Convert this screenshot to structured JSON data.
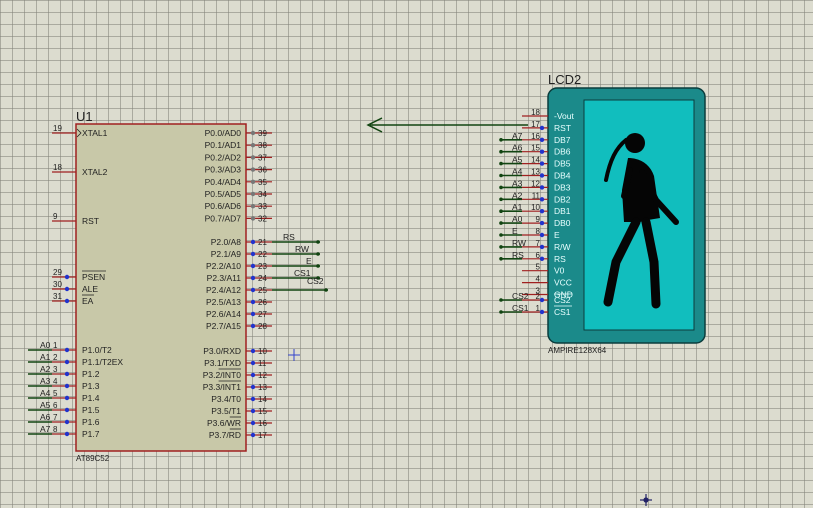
{
  "u1": {
    "ref": "U1",
    "part": "AT89C52",
    "left_pins": [
      {
        "num": "19",
        "name": "XTAL1",
        "net": ""
      },
      {
        "num": "18",
        "name": "XTAL2",
        "net": ""
      },
      {
        "num": "9",
        "name": "RST",
        "net": ""
      },
      {
        "num": "29",
        "name": "PSEN",
        "net": ""
      },
      {
        "num": "30",
        "name": "ALE",
        "net": ""
      },
      {
        "num": "31",
        "name": "EA",
        "net": ""
      },
      {
        "num": "1",
        "name": "P1.0/T2",
        "net": "A0"
      },
      {
        "num": "2",
        "name": "P1.1/T2EX",
        "net": "A1"
      },
      {
        "num": "3",
        "name": "P1.2",
        "net": "A2"
      },
      {
        "num": "4",
        "name": "P1.3",
        "net": "A3"
      },
      {
        "num": "5",
        "name": "P1.4",
        "net": "A4"
      },
      {
        "num": "6",
        "name": "P1.5",
        "net": "A5"
      },
      {
        "num": "7",
        "name": "P1.6",
        "net": "A6"
      },
      {
        "num": "8",
        "name": "P1.7",
        "net": "A7"
      }
    ],
    "right_pins": [
      {
        "num": "39",
        "name": "P0.0/AD0",
        "net": ""
      },
      {
        "num": "38",
        "name": "P0.1/AD1",
        "net": ""
      },
      {
        "num": "37",
        "name": "P0.2/AD2",
        "net": ""
      },
      {
        "num": "36",
        "name": "P0.3/AD3",
        "net": ""
      },
      {
        "num": "35",
        "name": "P0.4/AD4",
        "net": ""
      },
      {
        "num": "34",
        "name": "P0.5/AD5",
        "net": ""
      },
      {
        "num": "33",
        "name": "P0.6/AD6",
        "net": ""
      },
      {
        "num": "32",
        "name": "P0.7/AD7",
        "net": ""
      },
      {
        "num": "21",
        "name": "P2.0/A8",
        "net": "RS"
      },
      {
        "num": "22",
        "name": "P2.1/A9",
        "net": "RW"
      },
      {
        "num": "23",
        "name": "P2.2/A10",
        "net": "E"
      },
      {
        "num": "24",
        "name": "P2.3/A11",
        "net": "CS1"
      },
      {
        "num": "25",
        "name": "P2.4/A12",
        "net": "CS2"
      },
      {
        "num": "26",
        "name": "P2.5/A13",
        "net": ""
      },
      {
        "num": "27",
        "name": "P2.6/A14",
        "net": ""
      },
      {
        "num": "28",
        "name": "P2.7/A15",
        "net": ""
      },
      {
        "num": "10",
        "name": "P3.0/RXD",
        "net": ""
      },
      {
        "num": "11",
        "name": "P3.1/TXD",
        "net": ""
      },
      {
        "num": "12",
        "name": "P3.2/INT0",
        "net": ""
      },
      {
        "num": "13",
        "name": "P3.3/INT1",
        "net": ""
      },
      {
        "num": "14",
        "name": "P3.4/T0",
        "net": ""
      },
      {
        "num": "15",
        "name": "P3.5/T1",
        "net": ""
      },
      {
        "num": "16",
        "name": "P3.6/WR",
        "net": ""
      },
      {
        "num": "17",
        "name": "P3.7/RD",
        "net": ""
      }
    ]
  },
  "lcd": {
    "ref": "LCD2",
    "part": "AMPIRE128X64",
    "pins": [
      {
        "num": "18",
        "name": "-Vout",
        "net": ""
      },
      {
        "num": "17",
        "name": "RST",
        "net": ""
      },
      {
        "num": "16",
        "name": "DB7",
        "net": "A7"
      },
      {
        "num": "15",
        "name": "DB6",
        "net": "A6"
      },
      {
        "num": "14",
        "name": "DB5",
        "net": "A5"
      },
      {
        "num": "13",
        "name": "DB4",
        "net": "A4"
      },
      {
        "num": "12",
        "name": "DB3",
        "net": "A3"
      },
      {
        "num": "11",
        "name": "DB2",
        "net": "A2"
      },
      {
        "num": "10",
        "name": "DB1",
        "net": "A1"
      },
      {
        "num": "9",
        "name": "DB0",
        "net": "A0"
      },
      {
        "num": "8",
        "name": "E",
        "net": "E"
      },
      {
        "num": "7",
        "name": "R/W",
        "net": "RW"
      },
      {
        "num": "6",
        "name": "RS",
        "net": "RS"
      },
      {
        "num": "5",
        "name": "V0",
        "net": ""
      },
      {
        "num": "4",
        "name": "VCC",
        "net": ""
      },
      {
        "num": "3",
        "name": "GND",
        "net": ""
      },
      {
        "num": "2",
        "name": "CS2",
        "net": "CS2"
      },
      {
        "num": "1",
        "name": "CS1",
        "net": "CS1"
      }
    ]
  },
  "colors": {
    "chip_fill": "#c8c8a8",
    "chip_border": "#a02020",
    "pin_line": "#a02020",
    "wire": "#114411",
    "pin_dot_blue": "#2233cc",
    "pin_dot_gray": "#777777",
    "lcd_frame": "#1b8a8a",
    "lcd_screen": "#11bebe"
  },
  "icons": {
    "cursor_markers": "crosshair-icon",
    "lcd_picture": "walking-person-icon",
    "probe_arrow": "open-arrow-icon"
  }
}
